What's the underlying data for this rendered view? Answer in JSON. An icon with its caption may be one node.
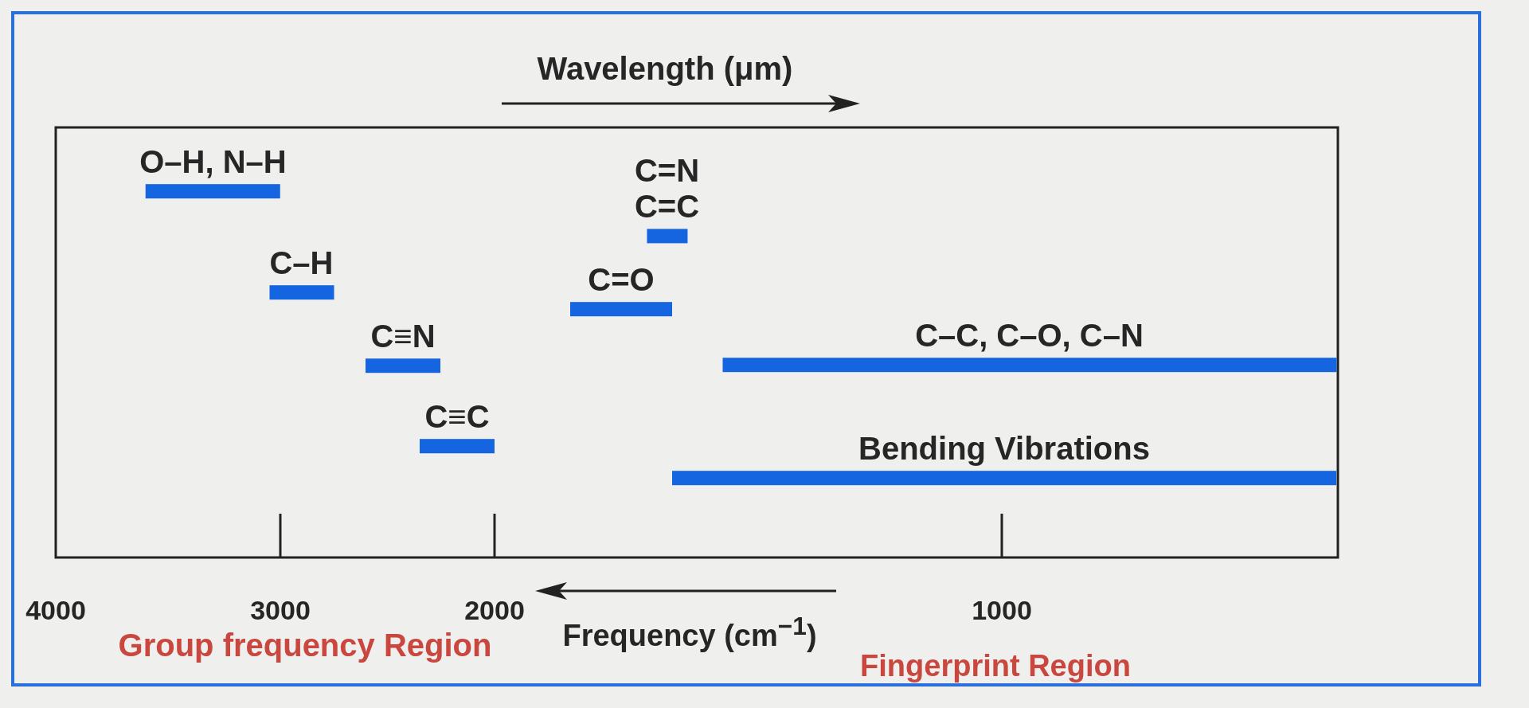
{
  "diagram": {
    "nodes": [
      {
        "text": [
          "O–H, N–H"
        ]
      },
      {
        "text": [
          "C=N C=C"
        ]
      },
      {
        "text": [
          "C–H"
        ]
      },
      {
        "text": [
          "C=O"
        ]
      },
      {
        "text": [
          "C≡N"
        ]
      },
      {
        "text": [
          "C–C, C–O, C–N"
        ]
      },
      {
        "text": [
          "C≡C"
        ]
      },
      {
        "text": [
          "Bending Vibrations"
        ]
      }
    ],
    "labels": [
      "Wavelength (μm)",
      "4000",
      "3000",
      "2000",
      "Frequency (cm$^{−1}$)",
      "1000",
      "Group frequency Region",
      "Fingerprint Region"
    ]
  }
}
